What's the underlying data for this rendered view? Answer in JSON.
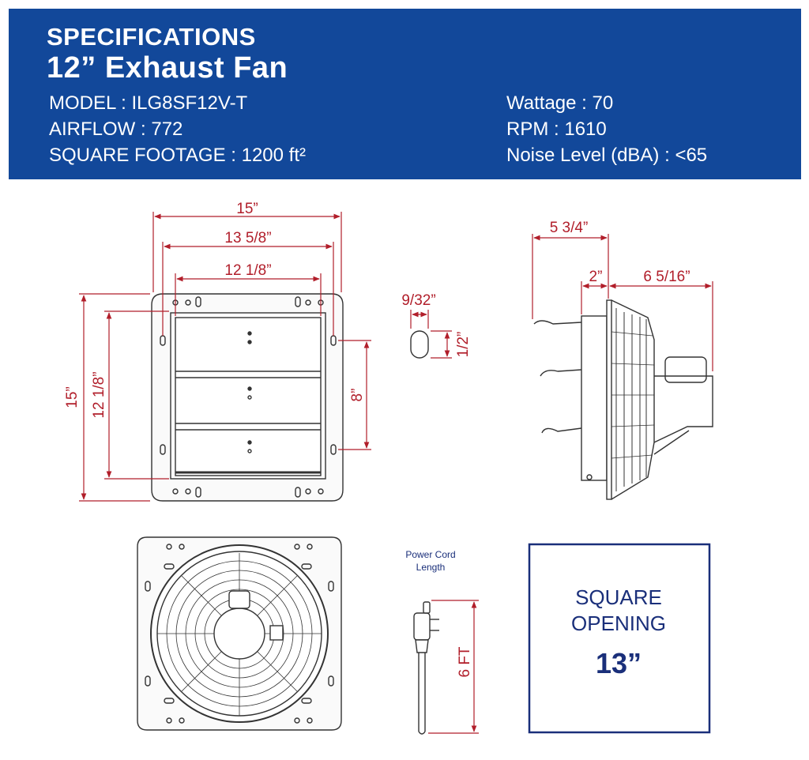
{
  "header": {
    "heading": "SPECIFICATIONS",
    "product": "12” Exhaust Fan",
    "specs_left": [
      {
        "label": "MODEL",
        "value": "ILG8SF12V-T"
      },
      {
        "label": "AIRFLOW",
        "value": "772"
      },
      {
        "label": "SQUARE FOOTAGE",
        "value": "1200 ft²"
      }
    ],
    "specs_right": [
      {
        "label": "Wattage",
        "value": "70"
      },
      {
        "label": "RPM",
        "value": "1610"
      },
      {
        "label": "Noise Level (dBA)",
        "value": "<65"
      }
    ]
  },
  "front_view": {
    "width_overall": "15”",
    "width_flange_holes": "13 5/8”",
    "width_shutter": "12 1/8”",
    "height_overall": "15”",
    "height_shutter": "12 1/8”",
    "height_holes": "8”"
  },
  "slot_detail": {
    "width": "9/32”",
    "height": "1/2”"
  },
  "side_view": {
    "total_depth": "5 3/4”",
    "frame_depth": "2”",
    "guard_depth": "6 5/16”"
  },
  "power_cord": {
    "label_line1": "Power Cord",
    "label_line2": "Length",
    "length": "6 FT"
  },
  "opening_box": {
    "line1": "SQUARE",
    "line2": "OPENING",
    "size": "13”"
  },
  "colors": {
    "banner": "#12489a",
    "dimension": "#b11e2a",
    "box_border": "#1a2f7a"
  }
}
